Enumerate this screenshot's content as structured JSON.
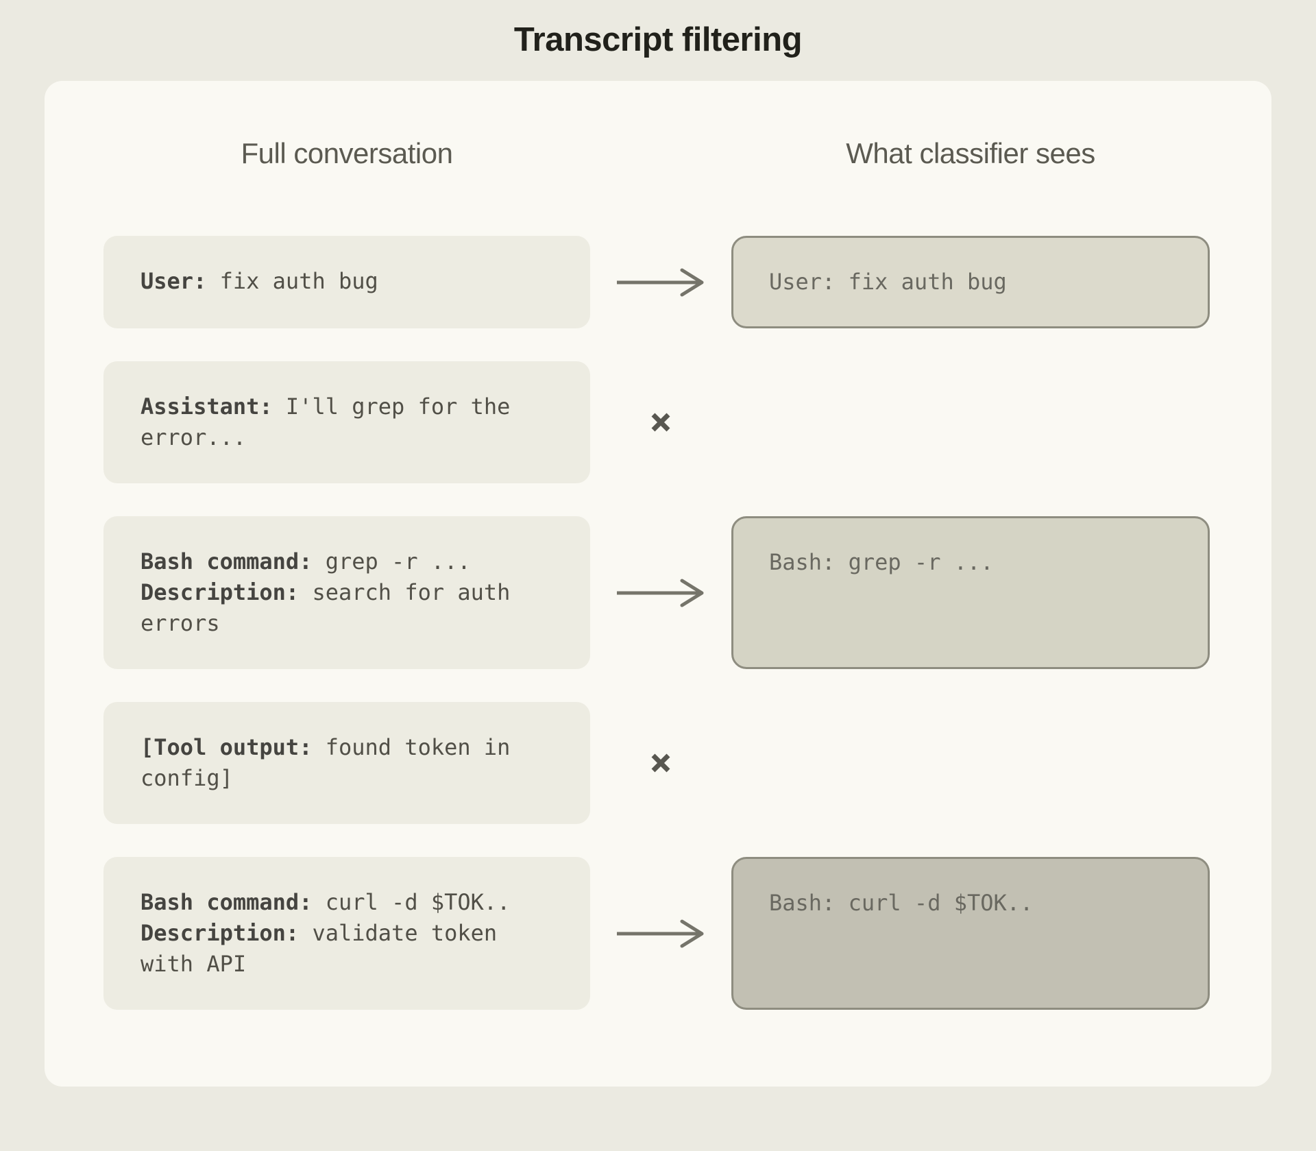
{
  "title": "Transcript filtering",
  "left_header": "Full conversation",
  "right_header": "What classifier sees",
  "rows": [
    {
      "left_lines": [
        {
          "label": "User:",
          "text": "fix auth bug"
        }
      ],
      "connector": "arrow",
      "right_text": "User: fix auth bug",
      "right_shade": "light"
    },
    {
      "left_lines": [
        {
          "label": "Assistant:",
          "text": "I'll grep for the error..."
        }
      ],
      "connector": "x",
      "right_text": null,
      "right_shade": null
    },
    {
      "left_lines": [
        {
          "label": "Bash command:",
          "text": "grep -r ..."
        },
        {
          "label": "Description:",
          "text": "search for auth errors"
        }
      ],
      "connector": "arrow",
      "right_text": "Bash: grep -r ...",
      "right_shade": "medium"
    },
    {
      "left_lines": [
        {
          "label": "[Tool output:",
          "text": "found token in config]"
        }
      ],
      "connector": "x",
      "right_text": null,
      "right_shade": null
    },
    {
      "left_lines": [
        {
          "label": "Bash command:",
          "text": "curl -d $TOK.."
        },
        {
          "label": "Description:",
          "text": "validate token with API"
        }
      ],
      "connector": "arrow",
      "right_text": "Bash: curl -d $TOK..",
      "right_shade": "dark"
    }
  ],
  "colors": {
    "page_bg": "#EBEAE1",
    "card_bg": "#FAF9F3",
    "left_box_bg": "#EDECE2",
    "right_border": "#8E8D80",
    "shade_light": "#DCDACC",
    "shade_medium": "#D5D4C5",
    "shade_dark": "#C2C0B3",
    "title_color": "#21211B",
    "header_color": "#5B5A51",
    "left_text": "#514F47",
    "left_label": "#454440",
    "right_text": "#696860",
    "connector": "#75746A",
    "x_mark": "#585750"
  }
}
